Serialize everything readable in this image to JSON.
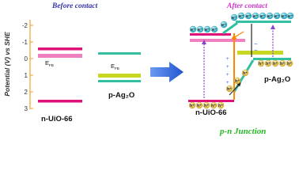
{
  "headers": {
    "before": "Before contact",
    "after": "After contact"
  },
  "axis": {
    "label": "Potential (V) vs SHE",
    "ticks": [
      "-2",
      "-1",
      "0",
      "1",
      "2",
      "3"
    ]
  },
  "before": {
    "uio_ef": "E",
    "uio_ef_sub": "FB",
    "ag_ef": "E",
    "ag_ef_sub": "FB",
    "uio_label": "n-UiO-66",
    "ag_label": "p-Ag₂O"
  },
  "after": {
    "uio_label": "n-UiO-66",
    "ag_label": "p-Ag₂O",
    "junction": "p-n Junction",
    "electron": "e⁻",
    "hole": "h⁺"
  },
  "colors": {
    "axis": "#f0a030",
    "before_header": "#3333aa",
    "after_header": "#cc33cc",
    "uio_band": "#dd1177",
    "uio_ef": "#f080c0",
    "ag_band": "#33c0a0",
    "ag_ef": "#c8d822",
    "electron": "#20b0c8",
    "hole": "#e8c840",
    "arrow": "#3366dd",
    "junction": "#22bb22"
  }
}
